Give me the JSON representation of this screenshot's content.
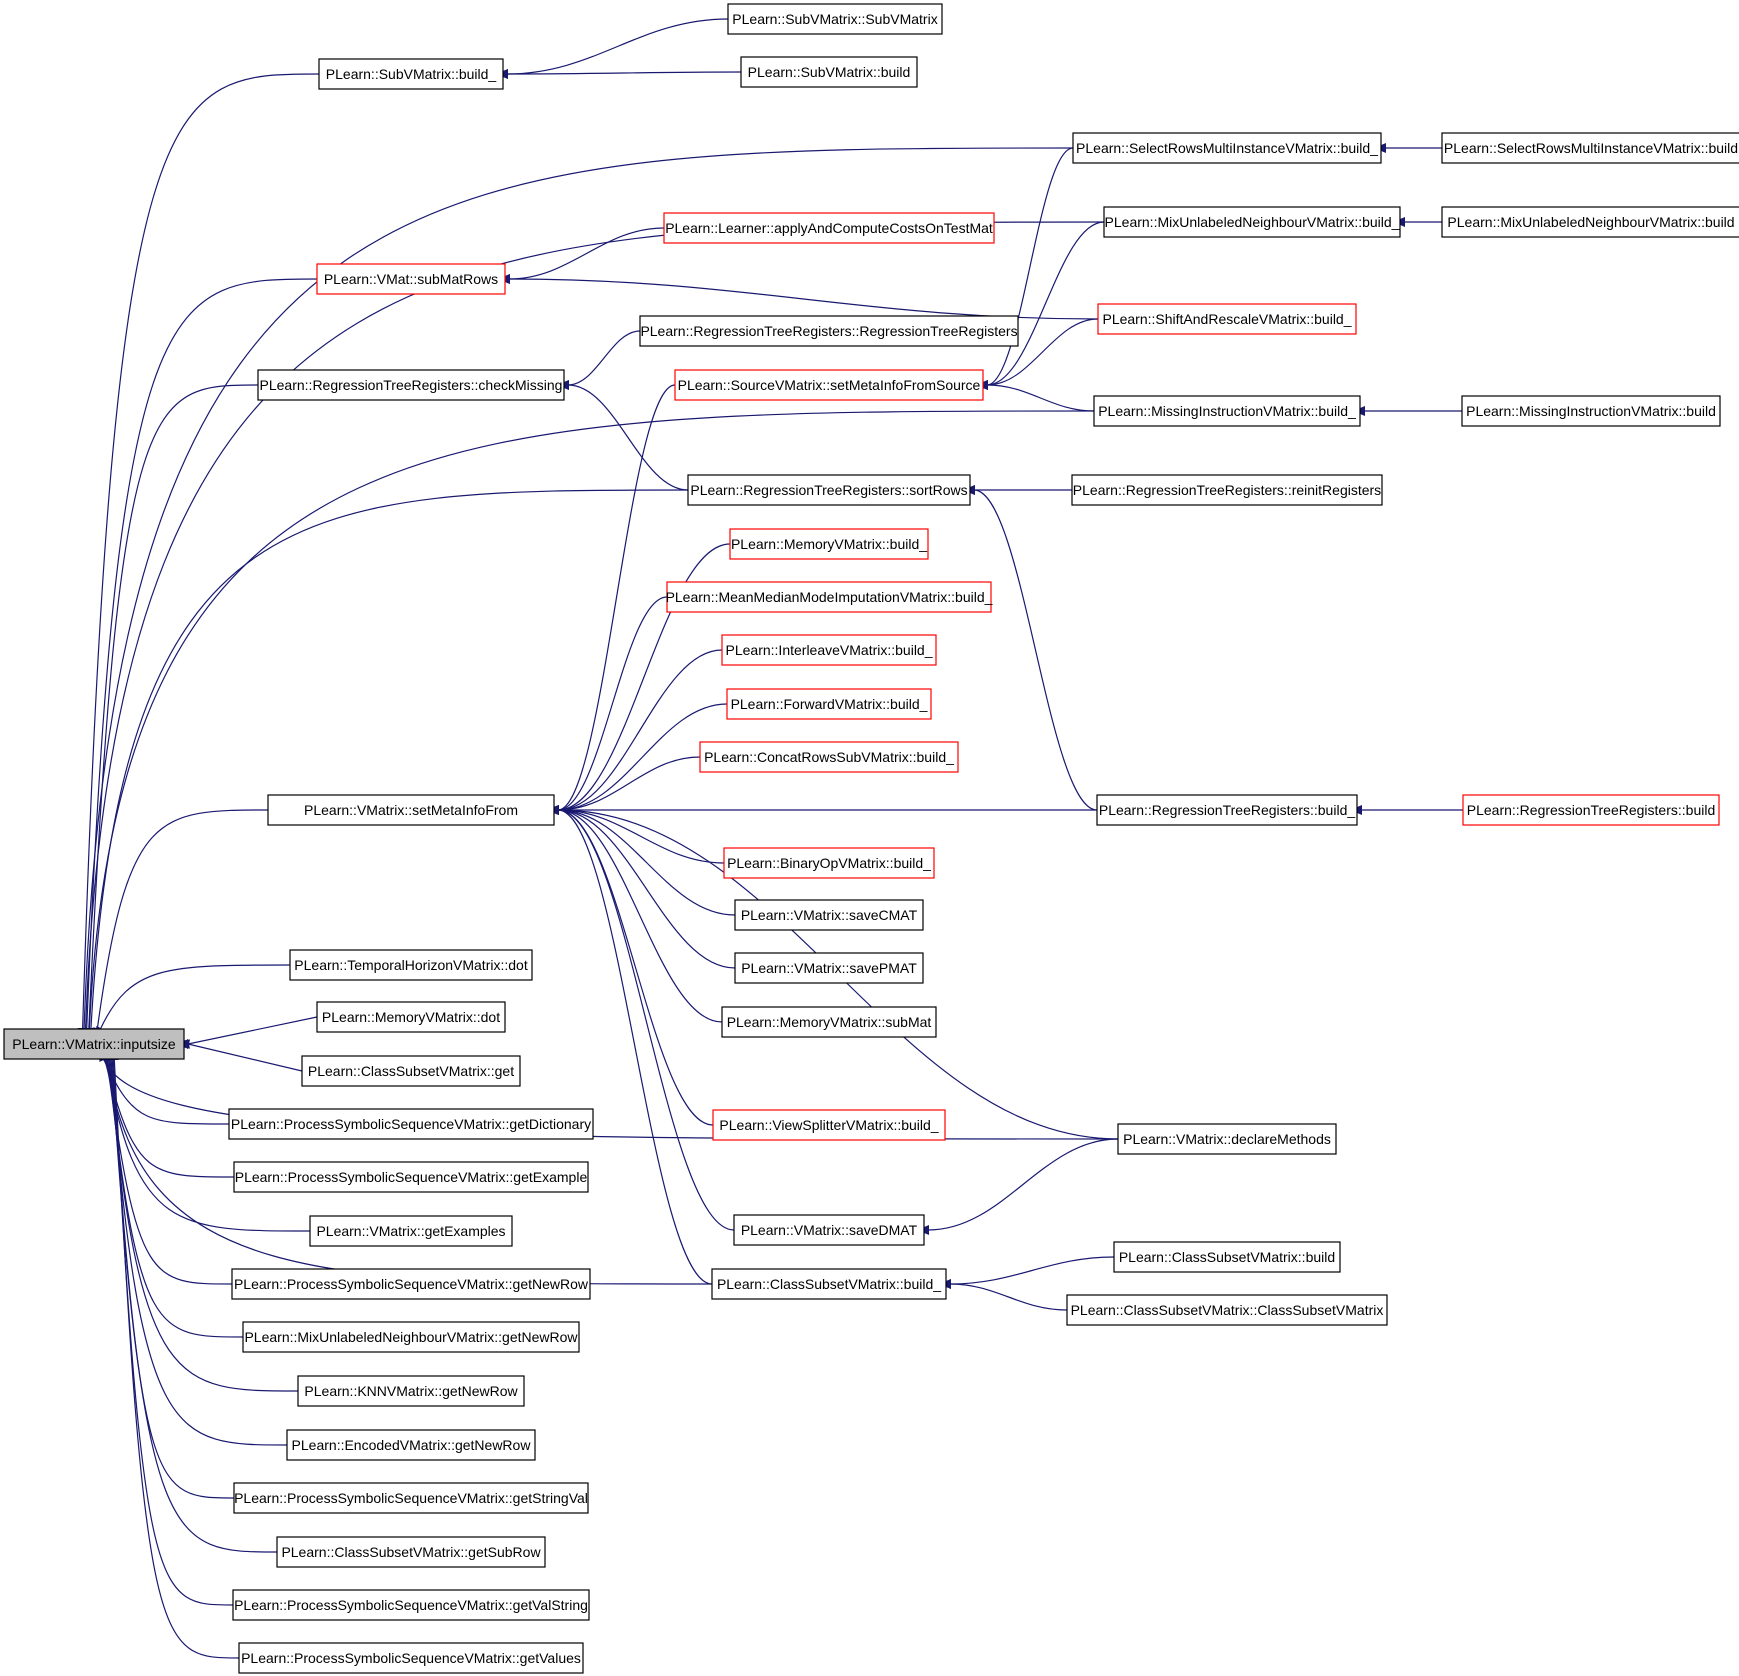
{
  "colors": {
    "edge": "#191970",
    "border_normal": "#000000",
    "border_truncated": "#ff0000",
    "root_fill": "#bfbfbf",
    "node_fill": "#ffffff",
    "text": "#000000"
  },
  "nodes": [
    {
      "id": "inputsize",
      "label": "PLearn::VMatrix::inputsize",
      "root": true
    },
    {
      "id": "subv_build_",
      "label": "PLearn::SubVMatrix::build_"
    },
    {
      "id": "subv_ctor",
      "label": "PLearn::SubVMatrix::SubVMatrix"
    },
    {
      "id": "subv_build",
      "label": "PLearn::SubVMatrix::build"
    },
    {
      "id": "selrows_build_",
      "label": "PLearn::SelectRowsMultiInstanceVMatrix::build_"
    },
    {
      "id": "selrows_build",
      "label": "PLearn::SelectRowsMultiInstanceVMatrix::build"
    },
    {
      "id": "mixunl_build_",
      "label": "PLearn::MixUnlabeledNeighbourVMatrix::build_"
    },
    {
      "id": "mixunl_build",
      "label": "PLearn::MixUnlabeledNeighbourVMatrix::build"
    },
    {
      "id": "learner_apply",
      "label": "PLearn::Learner::applyAndComputeCostsOnTestMat",
      "truncated": true
    },
    {
      "id": "vmat_submatrows",
      "label": "PLearn::VMat::subMatRows",
      "truncated": true
    },
    {
      "id": "shiftrescale_build_",
      "label": "PLearn::ShiftAndRescaleVMatrix::build_",
      "truncated": true
    },
    {
      "id": "rtr_ctor",
      "label": "PLearn::RegressionTreeRegisters::RegressionTreeRegisters"
    },
    {
      "id": "rtr_checkmissing",
      "label": "PLearn::RegressionTreeRegisters::checkMissing"
    },
    {
      "id": "source_setmeta",
      "label": "PLearn::SourceVMatrix::setMetaInfoFromSource",
      "truncated": true
    },
    {
      "id": "missinginstr_build_",
      "label": "PLearn::MissingInstructionVMatrix::build_"
    },
    {
      "id": "missinginstr_build",
      "label": "PLearn::MissingInstructionVMatrix::build"
    },
    {
      "id": "rtr_sortrows",
      "label": "PLearn::RegressionTreeRegisters::sortRows"
    },
    {
      "id": "rtr_reinit",
      "label": "PLearn::RegressionTreeRegisters::reinitRegisters"
    },
    {
      "id": "memory_build_",
      "label": "PLearn::MemoryVMatrix::build_",
      "truncated": true
    },
    {
      "id": "meanmedian_build_",
      "label": "PLearn::MeanMedianModeImputationVMatrix::build_",
      "truncated": true
    },
    {
      "id": "interleave_build_",
      "label": "PLearn::InterleaveVMatrix::build_",
      "truncated": true
    },
    {
      "id": "forward_build_",
      "label": "PLearn::ForwardVMatrix::build_",
      "truncated": true
    },
    {
      "id": "concatrows_build_",
      "label": "PLearn::ConcatRowsSubVMatrix::build_",
      "truncated": true
    },
    {
      "id": "vmatrix_setmeta",
      "label": "PLearn::VMatrix::setMetaInfoFrom"
    },
    {
      "id": "rtr_build_",
      "label": "PLearn::RegressionTreeRegisters::build_"
    },
    {
      "id": "rtr_build",
      "label": "PLearn::RegressionTreeRegisters::build",
      "truncated": true
    },
    {
      "id": "binaryop_build_",
      "label": "PLearn::BinaryOpVMatrix::build_",
      "truncated": true
    },
    {
      "id": "savecmat",
      "label": "PLearn::VMatrix::saveCMAT"
    },
    {
      "id": "savepmat",
      "label": "PLearn::VMatrix::savePMAT"
    },
    {
      "id": "memory_submat",
      "label": "PLearn::MemoryVMatrix::subMat"
    },
    {
      "id": "temporal_dot",
      "label": "PLearn::TemporalHorizonVMatrix::dot"
    },
    {
      "id": "memory_dot",
      "label": "PLearn::MemoryVMatrix::dot"
    },
    {
      "id": "classsubset_get",
      "label": "PLearn::ClassSubsetVMatrix::get"
    },
    {
      "id": "viewsplitter_build_",
      "label": "PLearn::ViewSplitterVMatrix::build_",
      "truncated": true
    },
    {
      "id": "pss_getdictionary",
      "label": "PLearn::ProcessSymbolicSequenceVMatrix::getDictionary"
    },
    {
      "id": "declaremethods",
      "label": "PLearn::VMatrix::declareMethods"
    },
    {
      "id": "pss_getexample",
      "label": "PLearn::ProcessSymbolicSequenceVMatrix::getExample"
    },
    {
      "id": "vmatrix_getexamples",
      "label": "PLearn::VMatrix::getExamples"
    },
    {
      "id": "savedmat",
      "label": "PLearn::VMatrix::saveDMAT"
    },
    {
      "id": "classsubset_build",
      "label": "PLearn::ClassSubsetVMatrix::build"
    },
    {
      "id": "pss_getnewrow",
      "label": "PLearn::ProcessSymbolicSequenceVMatrix::getNewRow"
    },
    {
      "id": "classsubset_build_",
      "label": "PLearn::ClassSubsetVMatrix::build_"
    },
    {
      "id": "classsubset_ctor",
      "label": "PLearn::ClassSubsetVMatrix::ClassSubsetVMatrix"
    },
    {
      "id": "mixunl_getnewrow",
      "label": "PLearn::MixUnlabeledNeighbourVMatrix::getNewRow"
    },
    {
      "id": "knn_getnewrow",
      "label": "PLearn::KNNVMatrix::getNewRow"
    },
    {
      "id": "encoded_getnewrow",
      "label": "PLearn::EncodedVMatrix::getNewRow"
    },
    {
      "id": "pss_getstringval",
      "label": "PLearn::ProcessSymbolicSequenceVMatrix::getStringVal"
    },
    {
      "id": "classsubset_getsubrow",
      "label": "PLearn::ClassSubsetVMatrix::getSubRow"
    },
    {
      "id": "pss_getvalstring",
      "label": "PLearn::ProcessSymbolicSequenceVMatrix::getValString"
    },
    {
      "id": "pss_getvalues",
      "label": "PLearn::ProcessSymbolicSequenceVMatrix::getValues"
    }
  ],
  "edges": [
    [
      "inputsize",
      "subv_build_"
    ],
    [
      "inputsize",
      "selrows_build_"
    ],
    [
      "inputsize",
      "mixunl_build_"
    ],
    [
      "inputsize",
      "vmat_submatrows"
    ],
    [
      "inputsize",
      "rtr_checkmissing"
    ],
    [
      "inputsize",
      "missinginstr_build_"
    ],
    [
      "inputsize",
      "rtr_sortrows"
    ],
    [
      "inputsize",
      "vmatrix_setmeta"
    ],
    [
      "inputsize",
      "classsubset_build_"
    ],
    [
      "inputsize",
      "declaremethods"
    ],
    [
      "inputsize",
      "temporal_dot"
    ],
    [
      "inputsize",
      "memory_dot"
    ],
    [
      "inputsize",
      "classsubset_get"
    ],
    [
      "inputsize",
      "pss_getdictionary"
    ],
    [
      "inputsize",
      "pss_getexample"
    ],
    [
      "inputsize",
      "vmatrix_getexamples"
    ],
    [
      "inputsize",
      "pss_getnewrow"
    ],
    [
      "inputsize",
      "mixunl_getnewrow"
    ],
    [
      "inputsize",
      "knn_getnewrow"
    ],
    [
      "inputsize",
      "encoded_getnewrow"
    ],
    [
      "inputsize",
      "pss_getstringval"
    ],
    [
      "inputsize",
      "classsubset_getsubrow"
    ],
    [
      "inputsize",
      "pss_getvalstring"
    ],
    [
      "inputsize",
      "pss_getvalues"
    ],
    [
      "subv_build_",
      "subv_ctor"
    ],
    [
      "subv_build_",
      "subv_build"
    ],
    [
      "selrows_build_",
      "selrows_build"
    ],
    [
      "mixunl_build_",
      "mixunl_build"
    ],
    [
      "vmat_submatrows",
      "learner_apply"
    ],
    [
      "vmat_submatrows",
      "shiftrescale_build_"
    ],
    [
      "rtr_checkmissing",
      "rtr_ctor"
    ],
    [
      "rtr_checkmissing",
      "rtr_sortrows"
    ],
    [
      "source_setmeta",
      "selrows_build_"
    ],
    [
      "source_setmeta",
      "mixunl_build_"
    ],
    [
      "source_setmeta",
      "shiftrescale_build_"
    ],
    [
      "source_setmeta",
      "missinginstr_build_"
    ],
    [
      "missinginstr_build_",
      "missinginstr_build"
    ],
    [
      "rtr_sortrows",
      "rtr_reinit"
    ],
    [
      "rtr_sortrows",
      "rtr_build_"
    ],
    [
      "rtr_build_",
      "rtr_build"
    ],
    [
      "vmatrix_setmeta",
      "source_setmeta"
    ],
    [
      "vmatrix_setmeta",
      "memory_build_"
    ],
    [
      "vmatrix_setmeta",
      "meanmedian_build_"
    ],
    [
      "vmatrix_setmeta",
      "interleave_build_"
    ],
    [
      "vmatrix_setmeta",
      "forward_build_"
    ],
    [
      "vmatrix_setmeta",
      "concatrows_build_"
    ],
    [
      "vmatrix_setmeta",
      "rtr_build_"
    ],
    [
      "vmatrix_setmeta",
      "binaryop_build_"
    ],
    [
      "vmatrix_setmeta",
      "savecmat"
    ],
    [
      "vmatrix_setmeta",
      "savepmat"
    ],
    [
      "vmatrix_setmeta",
      "memory_submat"
    ],
    [
      "vmatrix_setmeta",
      "declaremethods"
    ],
    [
      "vmatrix_setmeta",
      "viewsplitter_build_"
    ],
    [
      "vmatrix_setmeta",
      "savedmat"
    ],
    [
      "vmatrix_setmeta",
      "classsubset_build_"
    ],
    [
      "savedmat",
      "declaremethods"
    ],
    [
      "classsubset_build_",
      "classsubset_build"
    ],
    [
      "classsubset_build_",
      "classsubset_ctor"
    ]
  ]
}
